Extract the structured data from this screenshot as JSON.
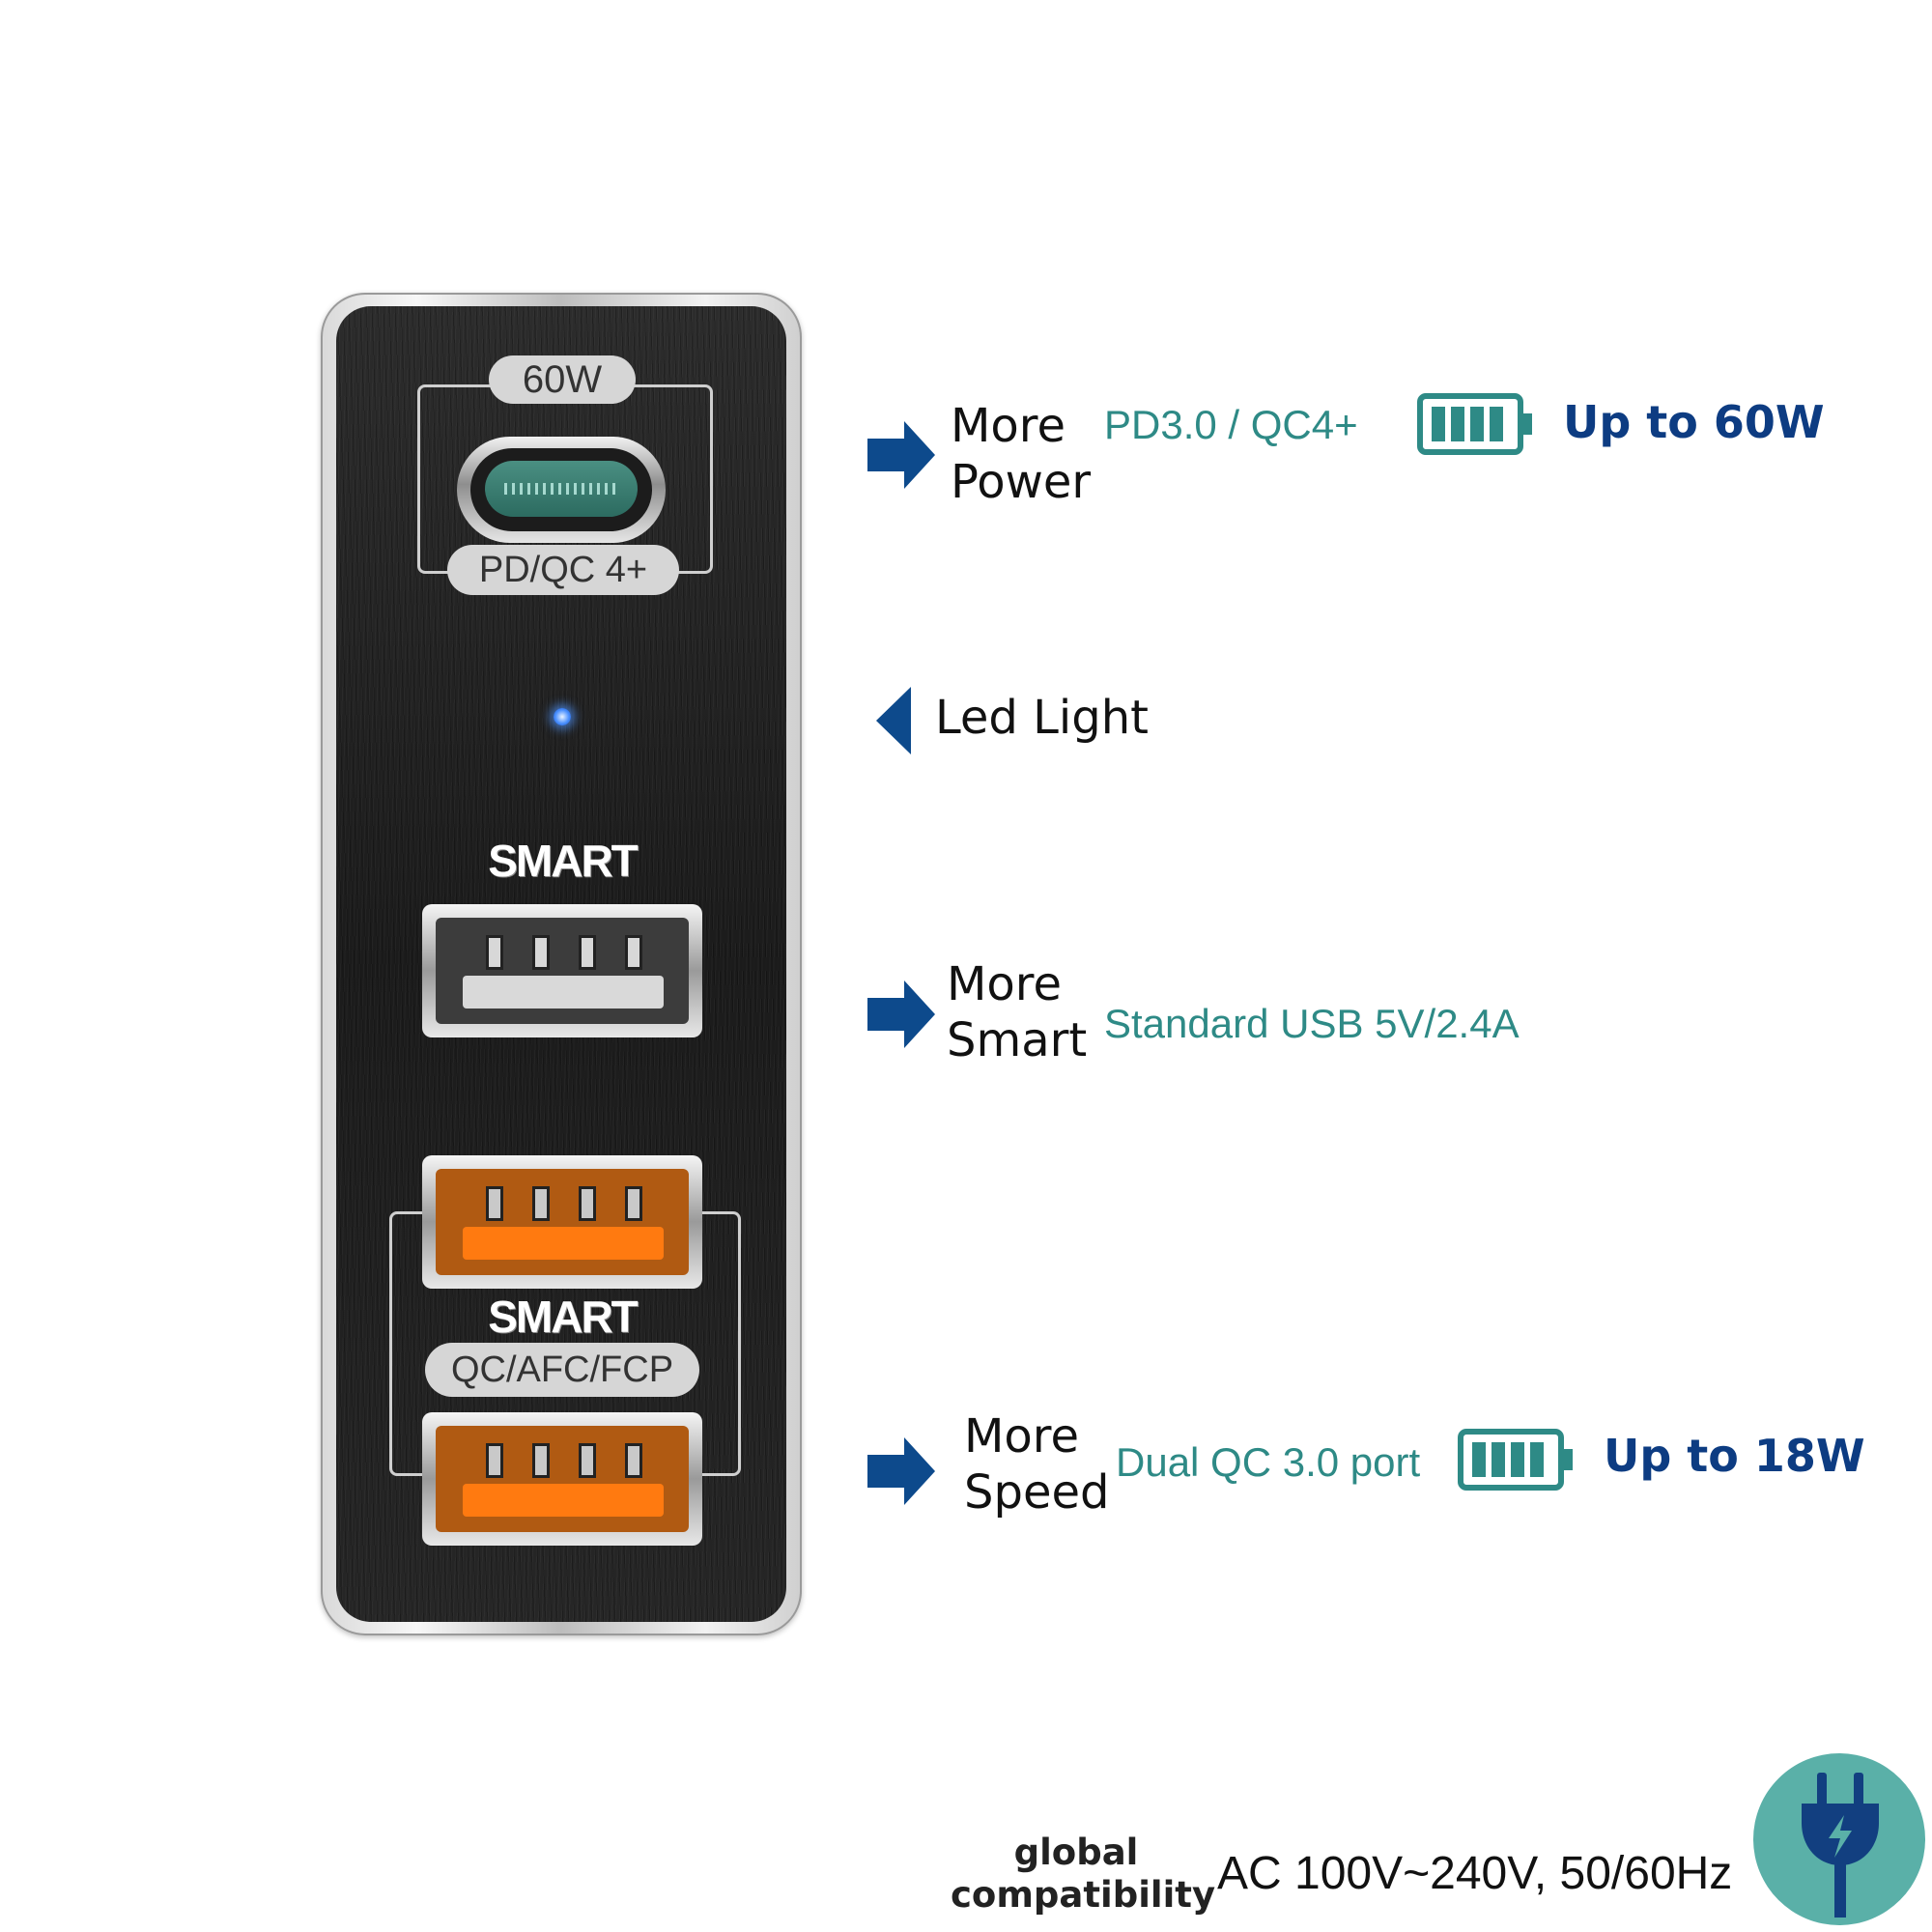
{
  "device": {
    "typec_wattage_label": "60W",
    "typec_protocol_label": "PD/QC 4+",
    "usb_smart_label": "SMART",
    "qc_smart_label": "SMART",
    "qc_protocol_label": "QC/AFC/FCP"
  },
  "features": [
    {
      "heading_line1": "More",
      "heading_line2": "Power",
      "spec": "PD3.0 / QC4+",
      "max": "Up to 60W",
      "battery_icon": "battery-full-icon"
    },
    {
      "heading": "Led Light"
    },
    {
      "heading_line1": "More",
      "heading_line2": "Smart",
      "spec": "Standard USB 5V/2.4A"
    },
    {
      "heading_line1": "More",
      "heading_line2": "Speed",
      "spec": "Dual QC 3.0 port",
      "max": "Up to 18W",
      "battery_icon": "battery-full-icon"
    }
  ],
  "footer": {
    "label_line1": "global",
    "label_line2": "compatibility",
    "voltage": "AC 100V~240V, 50/60Hz",
    "icon": "plug-icon"
  },
  "colors": {
    "teal": "#2e8a86",
    "navy": "#0d3c82",
    "arrow_blue": "#0d4a8c",
    "usb_orange": "#ff7a10",
    "plug_circle": "#5ab0a8"
  }
}
